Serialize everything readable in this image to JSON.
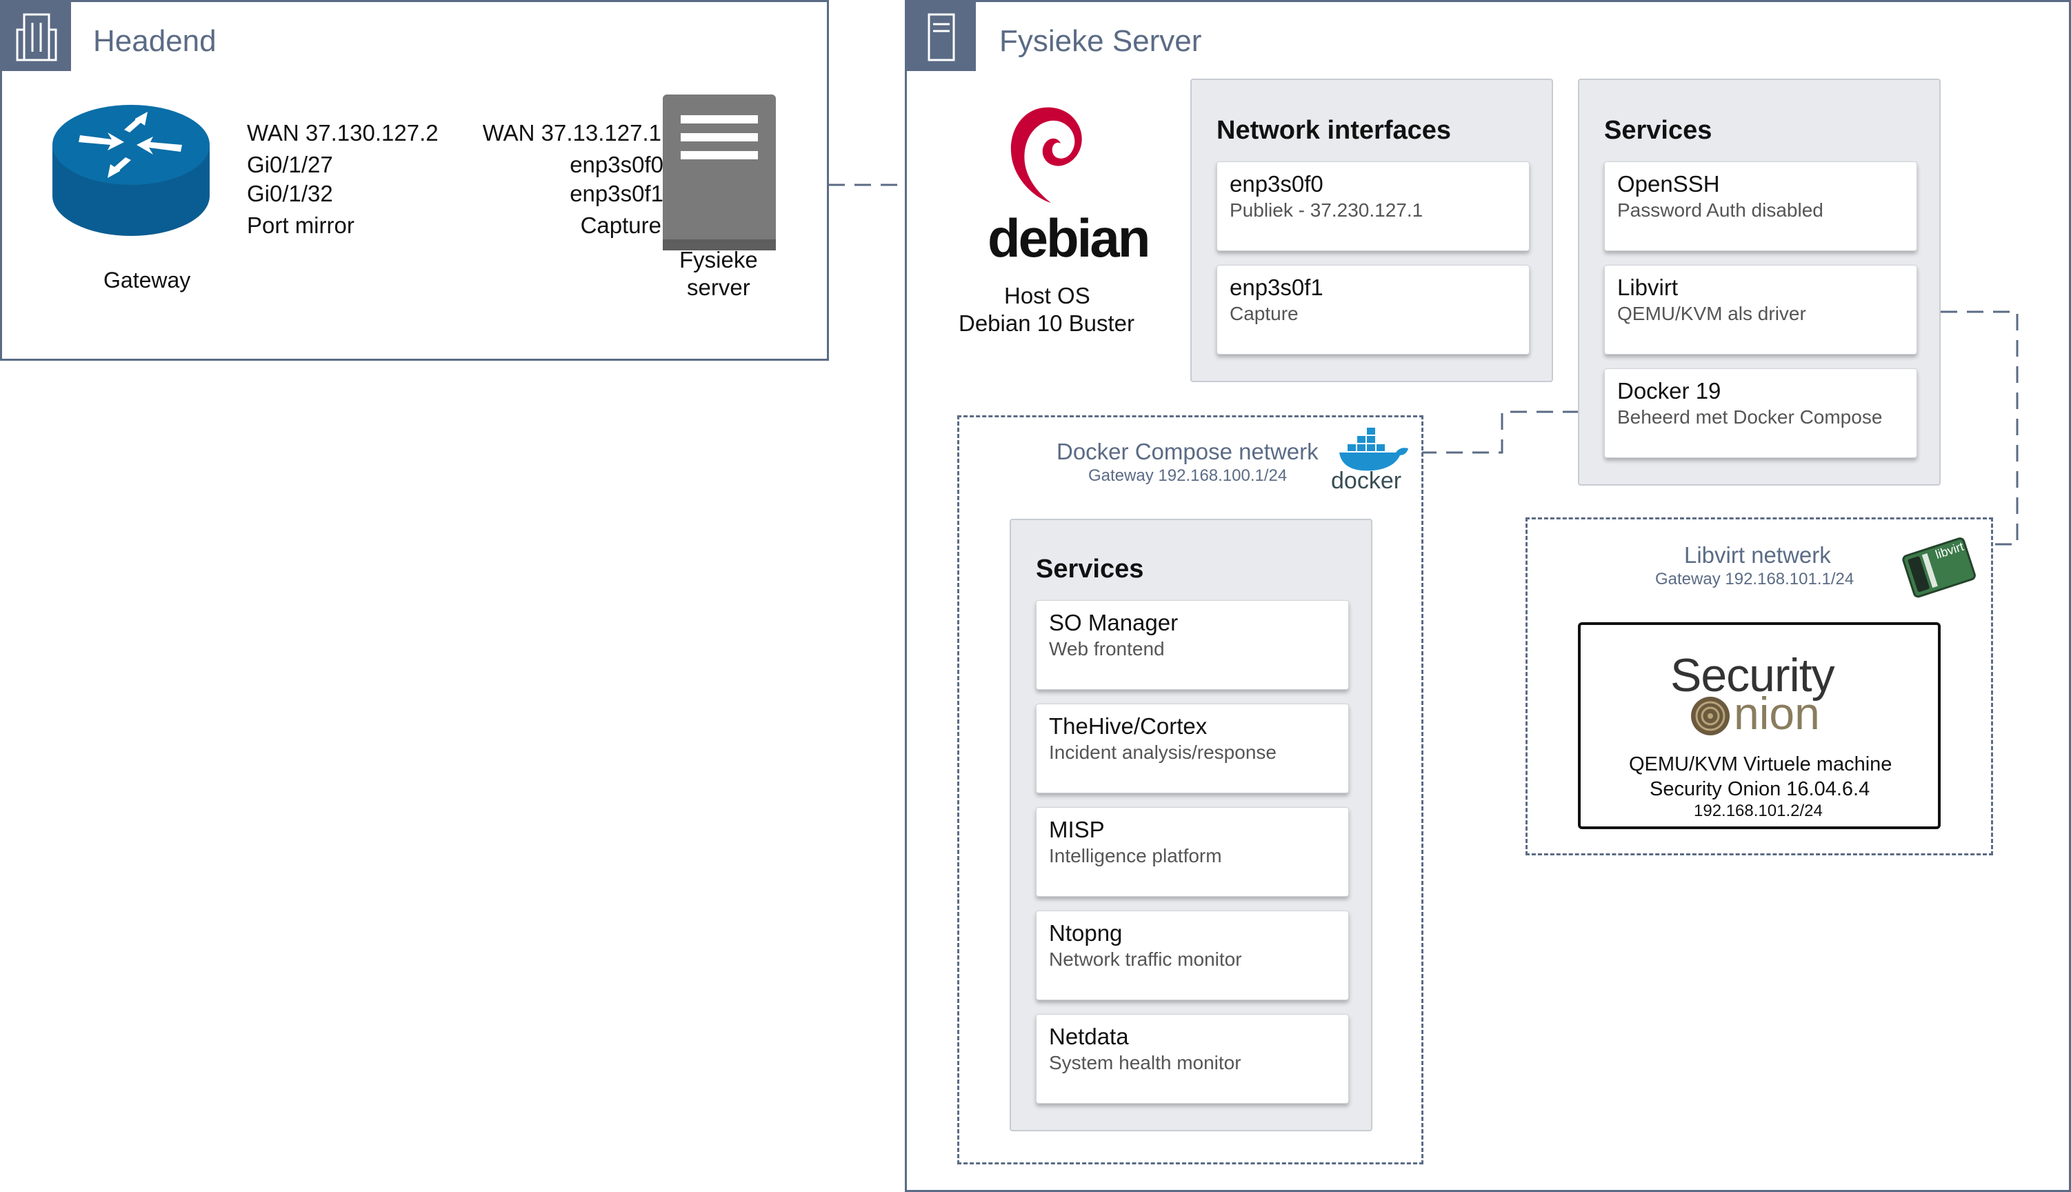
{
  "headend": {
    "title": "Headend",
    "gateway_label": "Gateway",
    "wan_left": "WAN 37.130.127.2",
    "wan_right": "WAN 37.13.127.1",
    "port_left_1": "Gi0/1/27",
    "port_left_2": "Gi0/1/32",
    "port_right_1": "enp3s0f0",
    "port_right_2": "enp3s0f1",
    "mirror_label": "Port mirror",
    "capture_label": "Capture",
    "server_label_line1": "Fysieke",
    "server_label_line2": "server"
  },
  "server": {
    "title": "Fysieke Server",
    "debian_logo_text": "debian",
    "host_os_line1": "Host OS",
    "host_os_line2": "Debian 10 Buster"
  },
  "network_interfaces": {
    "title": "Network interfaces",
    "items": [
      {
        "name": "enp3s0f0",
        "desc": "Publiek - 37.230.127.1"
      },
      {
        "name": "enp3s0f1",
        "desc": "Capture"
      }
    ]
  },
  "host_services": {
    "title": "Services",
    "items": [
      {
        "name": "OpenSSH",
        "desc": "Password Auth disabled"
      },
      {
        "name": "Libvirt",
        "desc": "QEMU/KVM als driver"
      },
      {
        "name": "Docker 19",
        "desc": "Beheerd met Docker Compose"
      }
    ]
  },
  "docker_network": {
    "title": "Docker Compose netwerk",
    "gateway": "Gateway 192.168.100.1/24",
    "logo_text": "docker",
    "services_title": "Services",
    "services": [
      {
        "name": "SO Manager",
        "desc": "Web frontend"
      },
      {
        "name": "TheHive/Cortex",
        "desc": "Incident analysis/response"
      },
      {
        "name": "MISP",
        "desc": "Intelligence platform"
      },
      {
        "name": "Ntopng",
        "desc": "Network traffic monitor"
      },
      {
        "name": "Netdata",
        "desc": "System health monitor"
      }
    ]
  },
  "libvirt_network": {
    "title": "Libvirt netwerk",
    "gateway": "Gateway 192.168.101.1/24",
    "logo_text": "libvirt",
    "vm": {
      "logo_word1": "Security",
      "logo_word2": "nion",
      "line1": "QEMU/KVM Virtuele machine",
      "line2": "Security Onion 16.04.6.4",
      "line3": "192.168.101.2/24"
    }
  },
  "colors": {
    "group_border": "#5b6b85",
    "router_blue": "#0a6ea8",
    "server_gray": "#7a7a7a",
    "debian_red": "#c70036",
    "docker_blue": "#1d91d0",
    "onion_brown": "#6b5a3e"
  }
}
